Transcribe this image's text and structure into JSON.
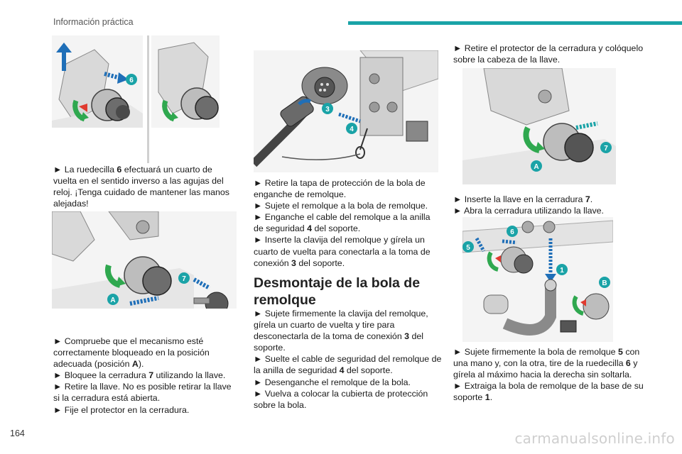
{
  "header": {
    "section_title": "Información práctica",
    "accent_color": "#1aa3a7"
  },
  "page_number": "164",
  "watermark": "carmanualsonline.info",
  "column1": {
    "para1": {
      "marker": "►",
      "t1": " La ruedecilla ",
      "b1": "6",
      "t2": " efectuará un cuarto de vuelta en el sentido inverso a las agujas del reloj. ¡Tenga cuidado de mantener las manos alejadas!"
    },
    "para2": [
      {
        "marker": "►",
        "t1": " Compruebe que el mecanismo esté correctamente bloqueado en la posición adecuada (posición ",
        "b1": "A",
        "t2": ")."
      },
      {
        "marker": "►",
        "t1": " Bloquee la cerradura ",
        "b1": "7",
        "t2": " utilizando la llave."
      },
      {
        "marker": "►",
        "t1": " Retire la llave. No es posible retirar la llave si la cerradura está abierta."
      },
      {
        "marker": "►",
        "t1": " Fije el protector en la cerradura."
      }
    ]
  },
  "column2": {
    "para1": [
      {
        "marker": "►",
        "t1": " Retire la tapa de protección de la bola de enganche de remolque."
      },
      {
        "marker": "►",
        "t1": " Sujete el remolque a la bola de remolque."
      },
      {
        "marker": "►",
        "t1": " Enganche el cable del remolque a la anilla de seguridad ",
        "b1": "4",
        "t2": " del soporte."
      },
      {
        "marker": "►",
        "t1": " Inserte la clavija del remolque y gírela un cuarto de vuelta para conectarla a la toma de conexión ",
        "b1": "3",
        "t2": " del soporte."
      }
    ],
    "heading": "Desmontaje de la bola de remolque",
    "para2": [
      {
        "marker": "►",
        "t1": " Sujete firmemente la clavija del remolque, gírela un cuarto de vuelta y tire para desconectarla de la toma de conexión ",
        "b1": "3",
        "t2": " del soporte."
      },
      {
        "marker": "►",
        "t1": " Suelte el cable de seguridad del remolque de la anilla de seguridad ",
        "b1": "4",
        "t2": " del soporte."
      },
      {
        "marker": "►",
        "t1": " Desenganche el remolque de la bola."
      },
      {
        "marker": "►",
        "t1": " Vuelva a colocar la cubierta de protección sobre la bola."
      }
    ]
  },
  "column3": {
    "para1": {
      "marker": "►",
      "t1": " Retire el protector de la cerradura y colóquelo sobre la cabeza de la llave."
    },
    "para2": [
      {
        "marker": "►",
        "t1": " Inserte la llave en la cerradura ",
        "b1": "7",
        "t2": "."
      },
      {
        "marker": "►",
        "t1": " Abra la cerradura utilizando la llave."
      }
    ],
    "para3": [
      {
        "marker": "►",
        "t1": " Sujete firmemente la bola de remolque ",
        "b1": "5",
        "t2": " con una mano y, con la otra, tire de la ruedecilla ",
        "b2": "6",
        "t3": " y gírela al máximo hacia la derecha sin soltarla."
      },
      {
        "marker": "►",
        "t1": " Extraiga la bola de remolque de la base de su soporte ",
        "b1": "1",
        "t2": "."
      }
    ]
  },
  "figures": {
    "fig1": {
      "callouts": [
        "6"
      ]
    },
    "fig2": {
      "callouts": [
        "7",
        "A"
      ]
    },
    "fig3": {
      "callouts": [
        "3",
        "4"
      ]
    },
    "fig4": {
      "callouts": [
        "7",
        "A"
      ]
    },
    "fig5": {
      "callouts": [
        "6",
        "5",
        "1",
        "B"
      ]
    }
  },
  "colors": {
    "teal_callout": "#1aa3a7",
    "green_arrow": "#2fa84f",
    "red_mark": "#e03a2f",
    "blue_arrow": "#1f6fb8"
  }
}
